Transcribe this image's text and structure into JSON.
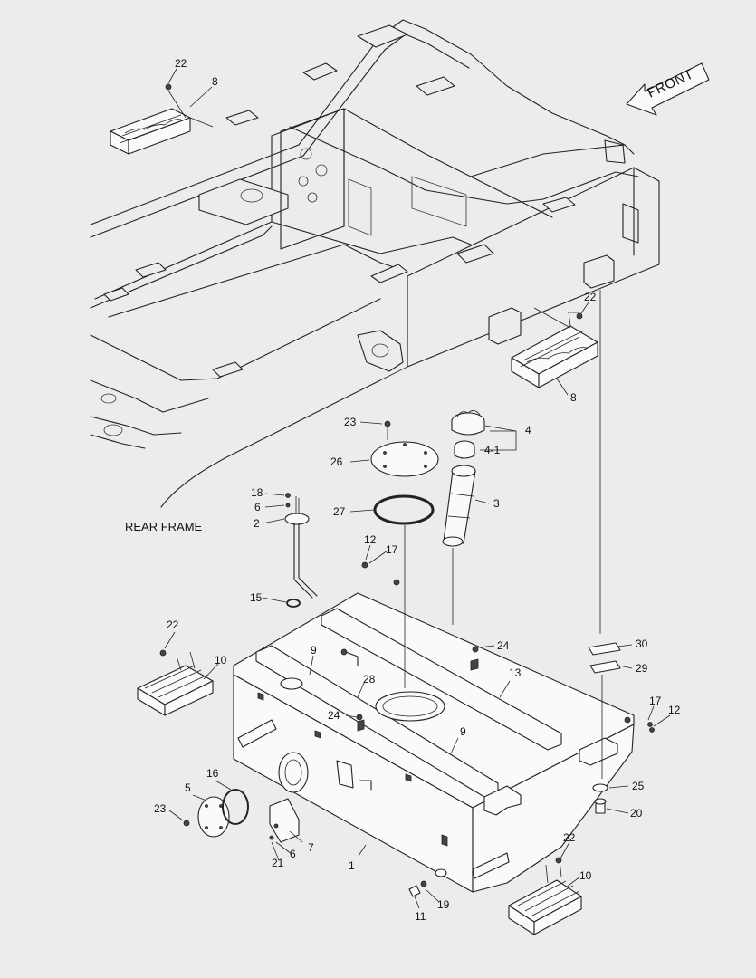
{
  "front_label": "FRONT",
  "rear_frame_label": "REAR FRAME",
  "callouts": {
    "c1": "1",
    "c2": "2",
    "c3": "3",
    "c4": "4",
    "c4_1": "4-1",
    "c5": "5",
    "c6a": "6",
    "c6b": "6",
    "c7": "7",
    "c8a": "8",
    "c8b": "8",
    "c9a": "9",
    "c9b": "9",
    "c10a": "10",
    "c10b": "10",
    "c11": "11",
    "c12a": "12",
    "c12b": "12",
    "c13": "13",
    "c15": "15",
    "c16": "16",
    "c17a": "17",
    "c17b": "17",
    "c18": "18",
    "c19": "19",
    "c20": "20",
    "c21": "21",
    "c22a": "22",
    "c22b": "22",
    "c22c": "22",
    "c22d": "22",
    "c23a": "23",
    "c23b": "23",
    "c24a": "24",
    "c24b": "24",
    "c25": "25",
    "c26": "26",
    "c27": "27",
    "c28": "28",
    "c29": "29",
    "c30": "30"
  }
}
